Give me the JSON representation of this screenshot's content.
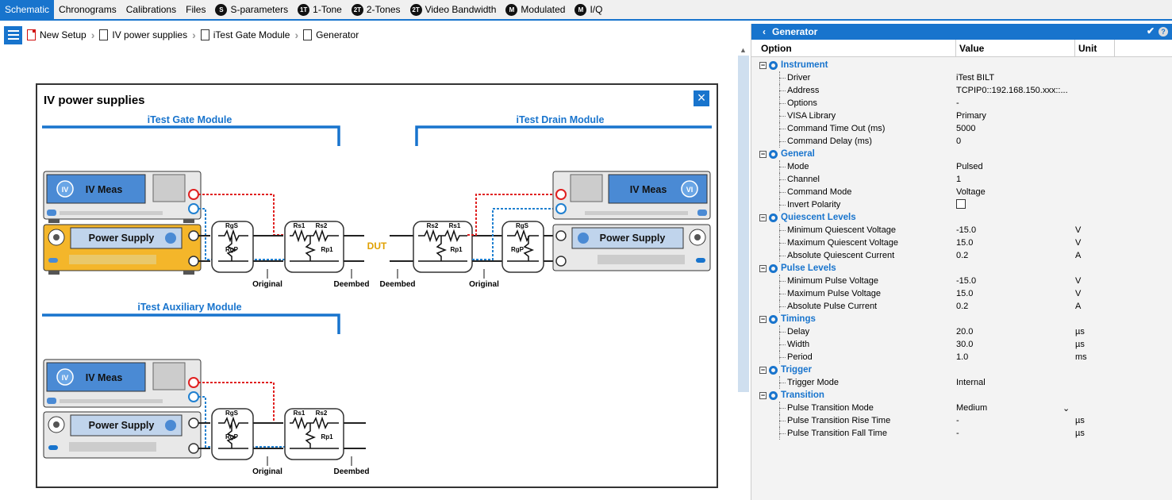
{
  "tabs": [
    {
      "label": "Schematic",
      "badge": ""
    },
    {
      "label": "Chronograms",
      "badge": ""
    },
    {
      "label": "Calibrations",
      "badge": ""
    },
    {
      "label": "Files",
      "badge": ""
    },
    {
      "label": "S-parameters",
      "badge": "S"
    },
    {
      "label": "1-Tone",
      "badge": "1T"
    },
    {
      "label": "2-Tones",
      "badge": "2T"
    },
    {
      "label": "Video Bandwidth",
      "badge": "2T"
    },
    {
      "label": "Modulated",
      "badge": "M"
    },
    {
      "label": "I/Q",
      "badge": "M"
    }
  ],
  "breadcrumb": [
    "New Setup",
    "IV power supplies",
    "iTest Gate Module",
    "Generator"
  ],
  "diagram": {
    "title": "IV power supplies",
    "gate_module": "iTest Gate Module",
    "drain_module": "iTest Drain Module",
    "aux_module": "iTest Auxiliary Module",
    "iv_meas": "IV Meas",
    "power_supply": "Power Supply",
    "dut": "DUT",
    "original": "Original",
    "deembed": "Deembed",
    "rgs": "RgS",
    "rgp": "RgP",
    "rs1": "Rs1",
    "rs2": "Rs2",
    "rp1": "Rp1",
    "iv_badge": "IV",
    "vi_badge": "VI"
  },
  "panel": {
    "title": "Generator",
    "columns": {
      "option": "Option",
      "value": "Value",
      "unit": "Unit"
    },
    "groups": [
      {
        "title": "Instrument",
        "items": [
          {
            "option": "Driver",
            "value": "iTest BILT",
            "unit": ""
          },
          {
            "option": "Address",
            "value": "TCPIP0::192.168.150.xxx::...",
            "unit": ""
          },
          {
            "option": "Options",
            "value": "-",
            "unit": ""
          },
          {
            "option": "VISA Library",
            "value": "Primary",
            "unit": ""
          },
          {
            "option": "Command Time Out (ms)",
            "value": "5000",
            "unit": ""
          },
          {
            "option": "Command Delay (ms)",
            "value": "0",
            "unit": ""
          }
        ]
      },
      {
        "title": "General",
        "items": [
          {
            "option": "Mode",
            "value": "Pulsed",
            "unit": ""
          },
          {
            "option": "Channel",
            "value": "1",
            "unit": ""
          },
          {
            "option": "Command Mode",
            "value": "Voltage",
            "unit": ""
          },
          {
            "option": "Invert Polarity",
            "value": "",
            "unit": ""
          }
        ]
      },
      {
        "title": "Quiescent Levels",
        "items": [
          {
            "option": "Minimum Quiescent Voltage",
            "value": "-15.0",
            "unit": "V"
          },
          {
            "option": "Maximum Quiescent Voltage",
            "value": "15.0",
            "unit": "V"
          },
          {
            "option": "Absolute Quiescent Current",
            "value": "0.2",
            "unit": "A"
          }
        ]
      },
      {
        "title": "Pulse Levels",
        "items": [
          {
            "option": "Minimum Pulse Voltage",
            "value": "-15.0",
            "unit": "V"
          },
          {
            "option": "Maximum Pulse Voltage",
            "value": "15.0",
            "unit": "V"
          },
          {
            "option": "Absolute Pulse Current",
            "value": "0.2",
            "unit": "A"
          }
        ]
      },
      {
        "title": "Timings",
        "items": [
          {
            "option": "Delay",
            "value": "20.0",
            "unit": "µs"
          },
          {
            "option": "Width",
            "value": "30.0",
            "unit": "µs"
          },
          {
            "option": "Period",
            "value": "1.0",
            "unit": "ms"
          }
        ]
      },
      {
        "title": "Trigger",
        "items": [
          {
            "option": "Trigger Mode",
            "value": "Internal",
            "unit": ""
          }
        ]
      },
      {
        "title": "Transition",
        "items": [
          {
            "option": "Pulse Transition Mode",
            "value": "Medium",
            "unit": ""
          },
          {
            "option": "Pulse Transition Rise Time",
            "value": "-",
            "unit": "µs"
          },
          {
            "option": "Pulse Transition Fall Time",
            "value": "-",
            "unit": "µs"
          }
        ]
      }
    ]
  },
  "colors": {
    "accent": "#1874cd",
    "gold": "#f4b62a",
    "red": "#e02020",
    "blue": "#2080d0",
    "dut": "#e0a000"
  }
}
